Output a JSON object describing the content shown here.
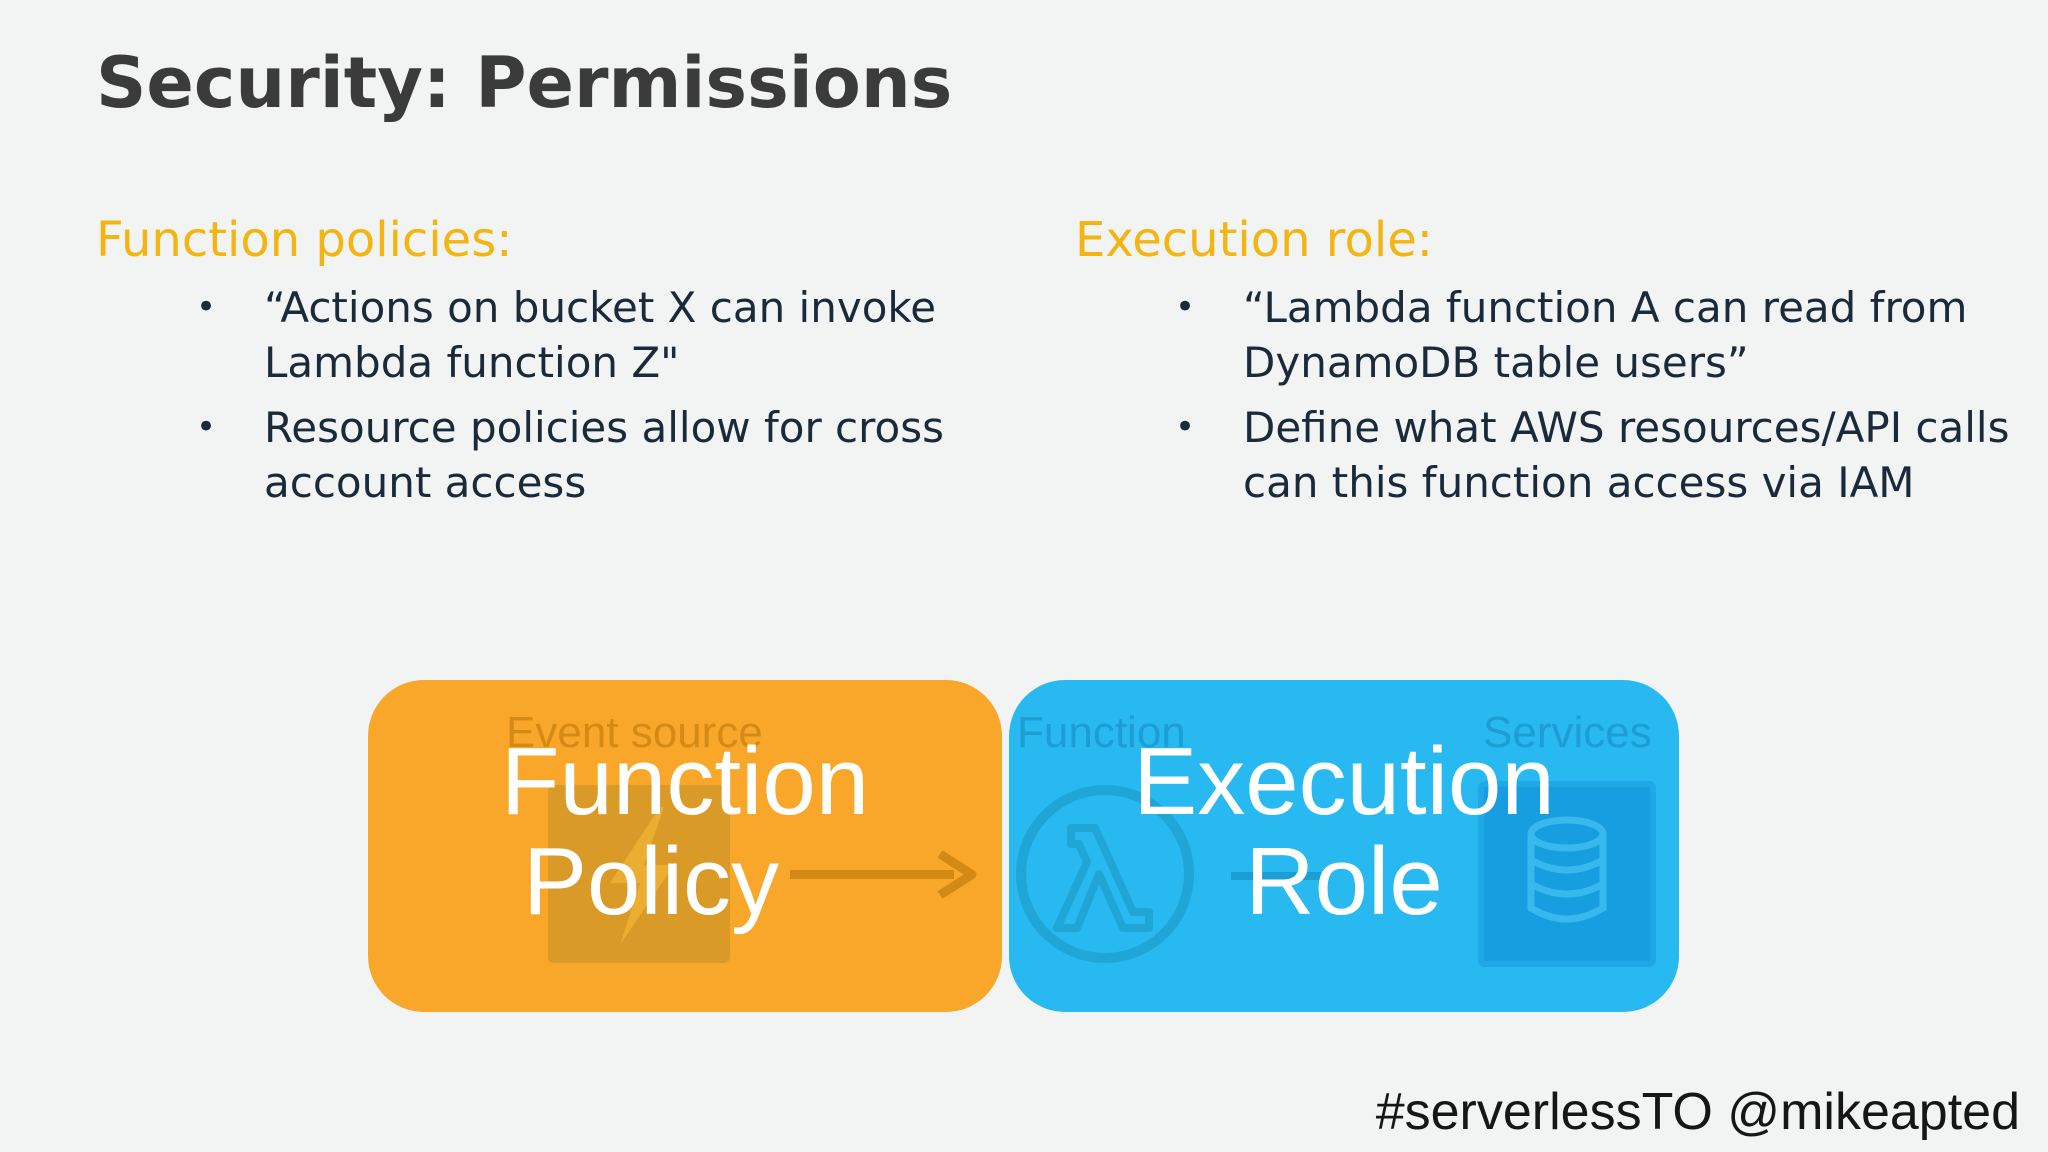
{
  "slide": {
    "title": "Security: Permissions",
    "left_column": {
      "heading": "Function policies:",
      "bullets": [
        "“Actions on bucket X can invoke Lambda function Z\"",
        "Resource policies allow for cross account access"
      ]
    },
    "right_column": {
      "heading": "Execution role:",
      "bullets": [
        "“Lambda function A can read from DynamoDB table users”",
        "Define what AWS resources/API calls can this function access via IAM"
      ]
    },
    "bullet_glyph": "•",
    "diagram": {
      "function_policy": {
        "line1": "Function",
        "line2": "Policy",
        "ghost_label": "Event source",
        "icon": "lightning-icon"
      },
      "execution_role": {
        "line1": "Execution",
        "line2": "Role",
        "ghost_label_function": "Function",
        "ghost_label_services": "Services",
        "icons": [
          "lambda-icon",
          "database-icon"
        ]
      },
      "arrow": "arrow-right-icon"
    },
    "footer": "#serverlessTO @mikeapted",
    "colors": {
      "heading_accent": "#f4b512",
      "policy_box": "#f8a72a",
      "role_box": "#27b9ef",
      "title": "#3b3b3b",
      "background": "#f2f3f3"
    }
  }
}
